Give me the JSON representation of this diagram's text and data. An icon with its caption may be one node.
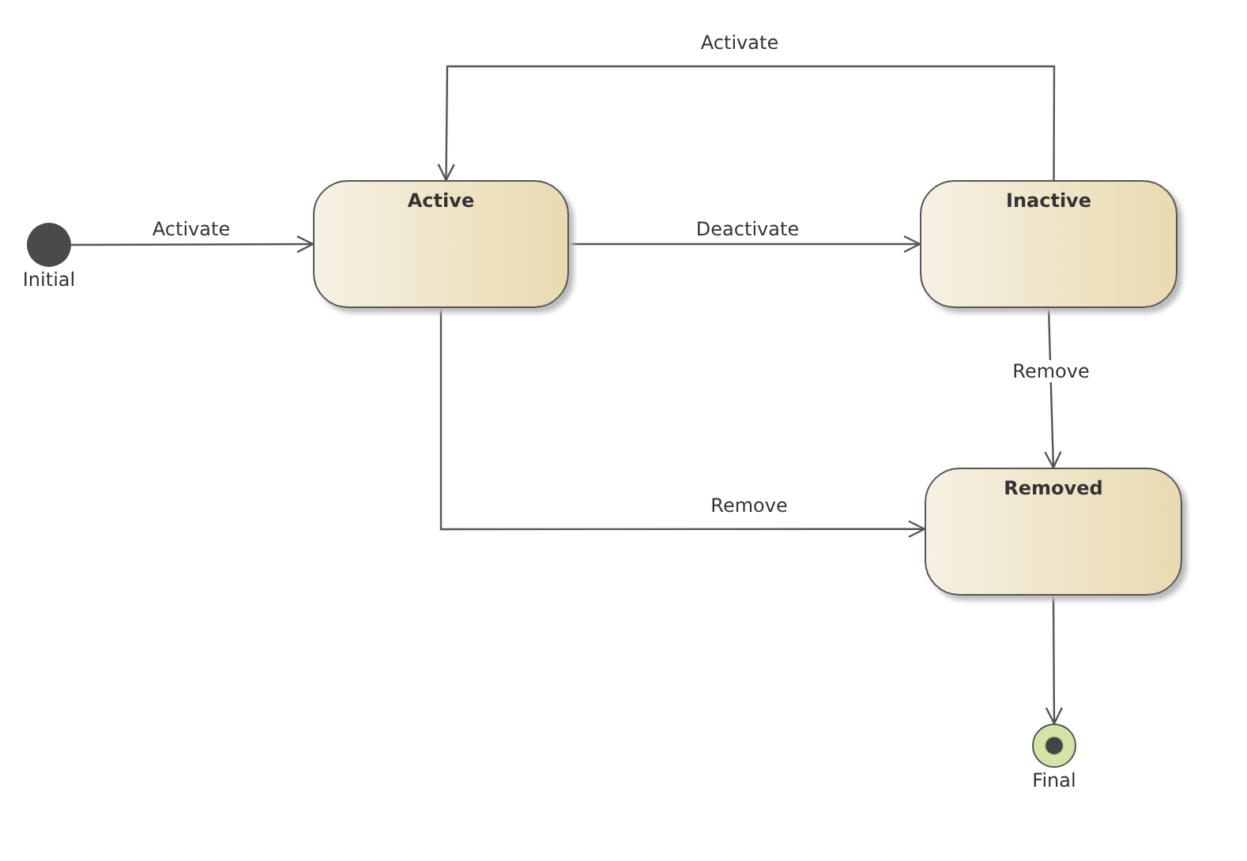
{
  "diagram": {
    "nodes": [
      {
        "text": [],
        "shape": "circle",
        "beside": [
          "Initial"
        ]
      },
      {
        "text": [
          "Active"
        ]
      },
      {
        "text": [
          "Inactive"
        ]
      },
      {
        "text": [
          "Removed"
        ]
      },
      {
        "text": [],
        "shape": "circle",
        "beside": [
          "Final"
        ]
      }
    ],
    "edges": [
      {
        "from": 0,
        "to": 1,
        "arrow": "to",
        "label": "Activate"
      },
      {
        "from": 1,
        "to": 2,
        "arrow": "to",
        "label": "Deactivate"
      },
      {
        "from": 2,
        "to": 1,
        "arrow": "to",
        "label": "Activate"
      },
      {
        "from": 2,
        "to": 3,
        "arrow": "to",
        "label": "Remove"
      },
      {
        "from": 1,
        "to": 3,
        "arrow": "to",
        "label": "Remove"
      },
      {
        "from": 3,
        "to": 4,
        "arrow": "to"
      }
    ]
  }
}
